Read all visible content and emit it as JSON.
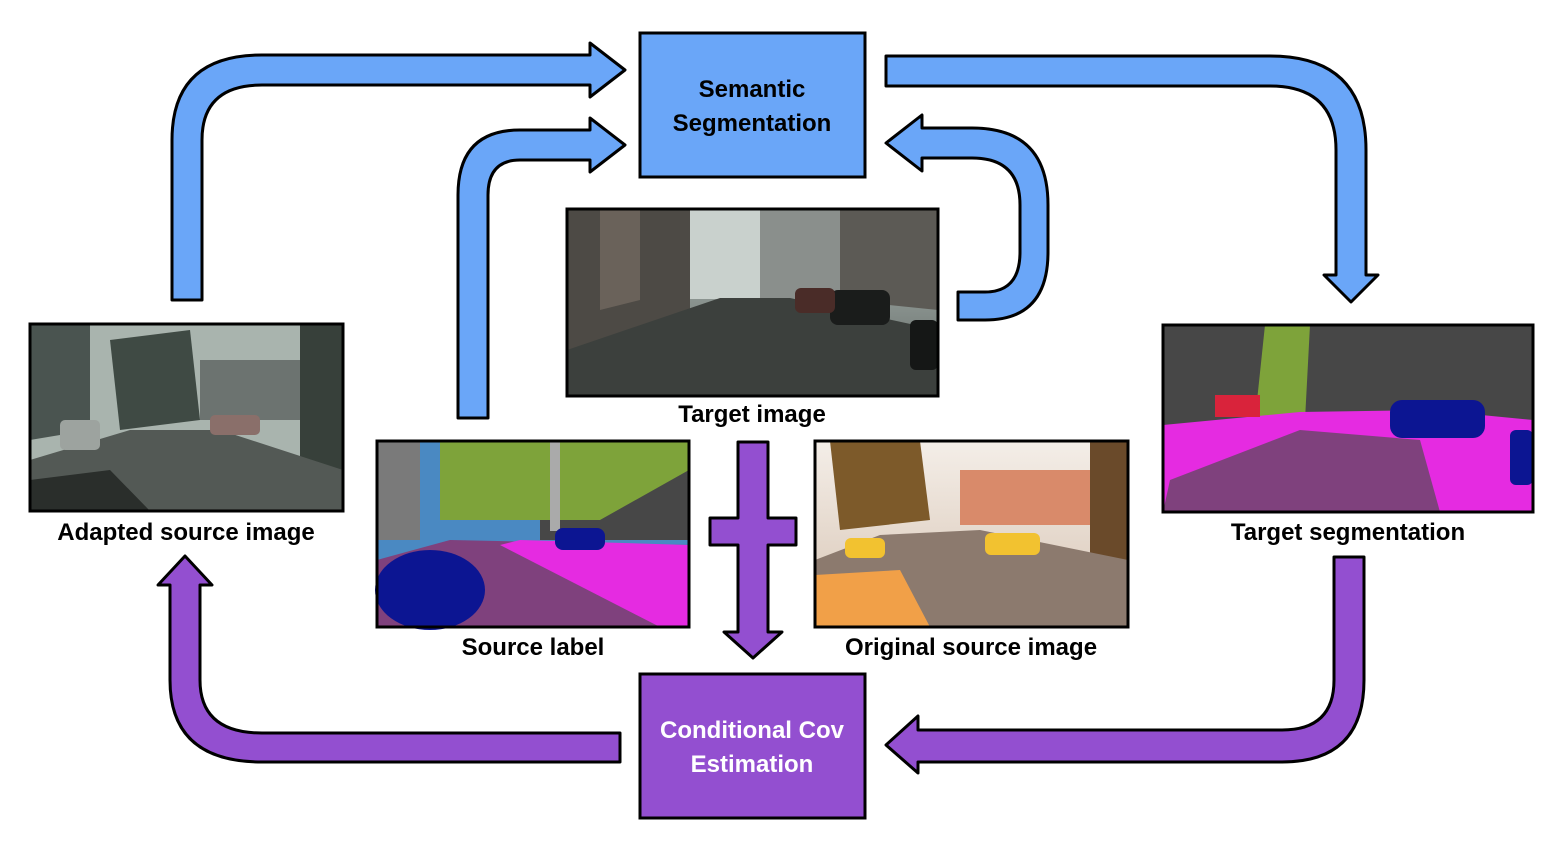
{
  "boxes": {
    "semantic_segmentation": {
      "line1": "Semantic",
      "line2": "Segmentation"
    },
    "conditional_cov": {
      "line1": "Conditional Cov",
      "line2": "Estimation"
    }
  },
  "captions": {
    "adapted_source": "Adapted source image",
    "target_image": "Target image",
    "target_segmentation": "Target segmentation",
    "source_label": "Source label",
    "original_source": "Original source image"
  },
  "colors": {
    "blue": "#6aa6f8",
    "purple": "#934fd0",
    "text_on_purple": "#ffffff",
    "text_on_blue": "#000000"
  }
}
